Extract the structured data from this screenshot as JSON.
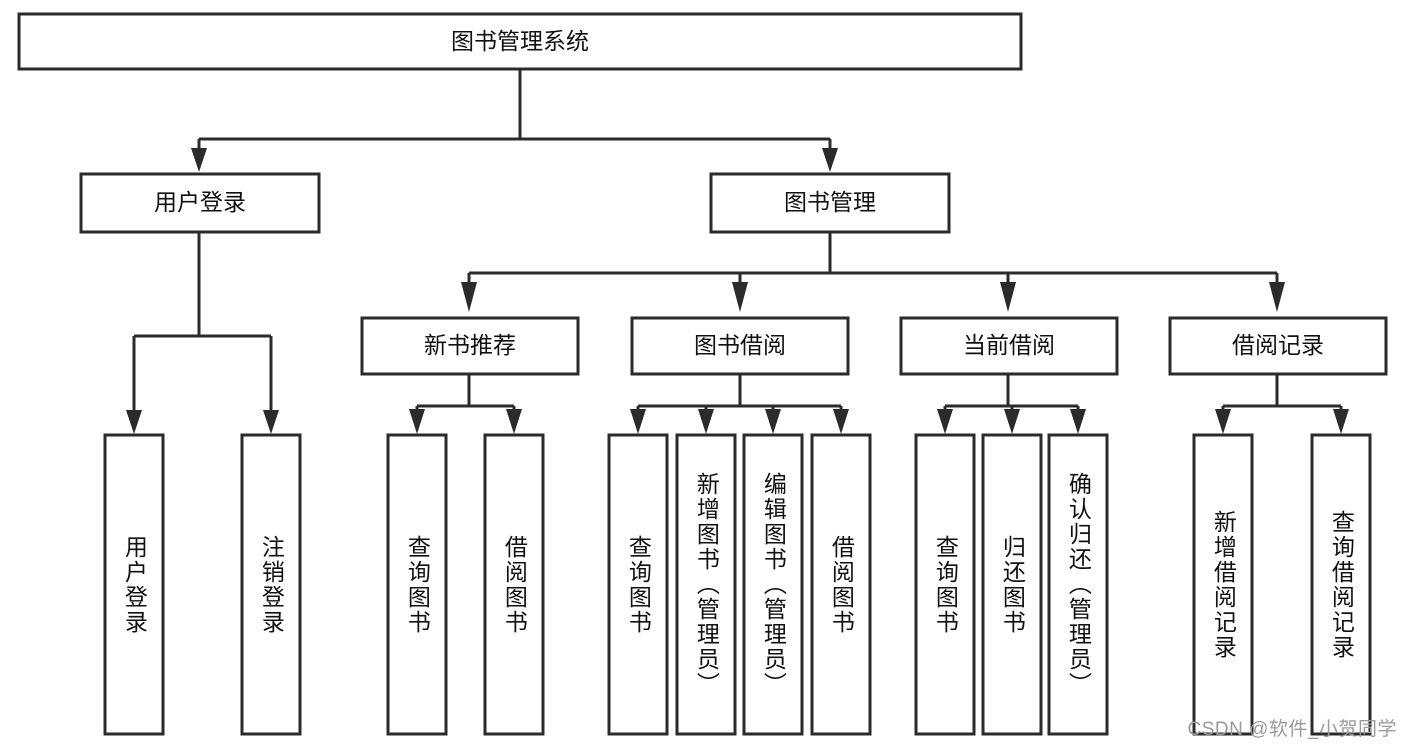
{
  "diagram": {
    "type": "hierarchy-tree",
    "title": "图书管理系统",
    "watermark": "CSDN @软件_小贺同学",
    "colors": {
      "stroke": "#2b2b2b",
      "fill": "#ffffff",
      "text": "#111111",
      "watermark": "#9a9a9a",
      "background": "#ffffff"
    },
    "nodes": {
      "root": {
        "label": "图书管理系统",
        "orientation": "horizontal"
      },
      "l1": [
        {
          "label": "用户登录",
          "orientation": "horizontal"
        },
        {
          "label": "图书管理",
          "orientation": "horizontal"
        }
      ],
      "l2": [
        {
          "label": "新书推荐",
          "orientation": "horizontal"
        },
        {
          "label": "图书借阅",
          "orientation": "horizontal"
        },
        {
          "label": "当前借阅",
          "orientation": "horizontal"
        },
        {
          "label": "借阅记录",
          "orientation": "horizontal"
        }
      ],
      "leaves_user_login": [
        {
          "label": "用户登录",
          "orientation": "vertical"
        },
        {
          "label": "注销登录",
          "orientation": "vertical"
        }
      ],
      "leaves_new_book": [
        {
          "label": "查询图书",
          "orientation": "vertical"
        },
        {
          "label": "借阅图书",
          "orientation": "vertical"
        }
      ],
      "leaves_borrow": [
        {
          "label": "查询图书",
          "orientation": "vertical"
        },
        {
          "label": "新增图书（管理员）",
          "orientation": "vertical"
        },
        {
          "label": "编辑图书（管理员）",
          "orientation": "vertical"
        },
        {
          "label": "借阅图书",
          "orientation": "vertical"
        }
      ],
      "leaves_current": [
        {
          "label": "查询图书",
          "orientation": "vertical"
        },
        {
          "label": "归还图书",
          "orientation": "vertical"
        },
        {
          "label": "确认归还（管理员）",
          "orientation": "vertical"
        }
      ],
      "leaves_records": [
        {
          "label": "新增借阅记录",
          "orientation": "vertical"
        },
        {
          "label": "查询借阅记录",
          "orientation": "vertical"
        }
      ]
    },
    "edges": [
      {
        "from": "图书管理系统",
        "to": "用户登录"
      },
      {
        "from": "图书管理系统",
        "to": "图书管理"
      },
      {
        "from": "用户登录",
        "to": "用户登录"
      },
      {
        "from": "用户登录",
        "to": "注销登录"
      },
      {
        "from": "图书管理",
        "to": "新书推荐"
      },
      {
        "from": "图书管理",
        "to": "图书借阅"
      },
      {
        "from": "图书管理",
        "to": "当前借阅"
      },
      {
        "from": "图书管理",
        "to": "借阅记录"
      },
      {
        "from": "新书推荐",
        "to": "查询图书"
      },
      {
        "from": "新书推荐",
        "to": "借阅图书"
      },
      {
        "from": "图书借阅",
        "to": "查询图书"
      },
      {
        "from": "图书借阅",
        "to": "新增图书（管理员）"
      },
      {
        "from": "图书借阅",
        "to": "编辑图书（管理员）"
      },
      {
        "from": "图书借阅",
        "to": "借阅图书"
      },
      {
        "from": "当前借阅",
        "to": "查询图书"
      },
      {
        "from": "当前借阅",
        "to": "归还图书"
      },
      {
        "from": "当前借阅",
        "to": "确认归还（管理员）"
      },
      {
        "from": "借阅记录",
        "to": "新增借阅记录"
      },
      {
        "from": "借阅记录",
        "to": "查询借阅记录"
      }
    ]
  }
}
